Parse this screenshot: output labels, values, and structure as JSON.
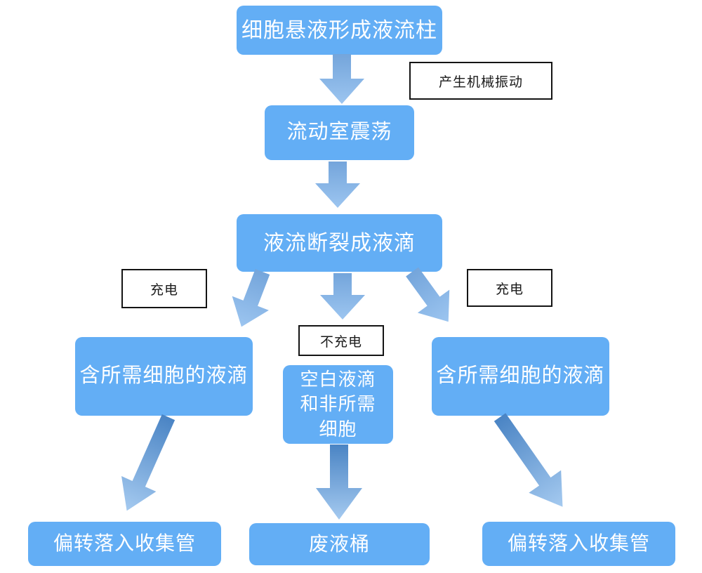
{
  "colors": {
    "background": "#ffffff",
    "box_fill": "#63AEF5",
    "box_text": "#ffffff",
    "label_bg": "#ffffff",
    "label_border": "#141414",
    "label_text": "#1a1a1a",
    "arrow_gradient_short_start": "#74A5DB",
    "arrow_gradient_short_end": "#9CC5F0",
    "arrow_gradient_long_start": "#4A84C4",
    "arrow_gradient_long_end": "#A5CAF0"
  },
  "nodes": {
    "cell_suspension": "细胞悬液形成液流柱",
    "flow_chamber": "流动室震荡",
    "stream_breaks": "液流断裂成液滴",
    "desired_droplet_left": "含所需细胞的液滴",
    "blank_droplet": "空白液滴\n和非所需\n细胞",
    "desired_droplet_right": "含所需细胞的液滴",
    "collect_left": "偏转落入收集管",
    "waste_bucket": "废液桶",
    "collect_right": "偏转落入收集管"
  },
  "labels": {
    "mechanical_vibration": "产生机械振动",
    "charge_left": "充电",
    "charge_right": "充电",
    "no_charge": "不充电"
  }
}
